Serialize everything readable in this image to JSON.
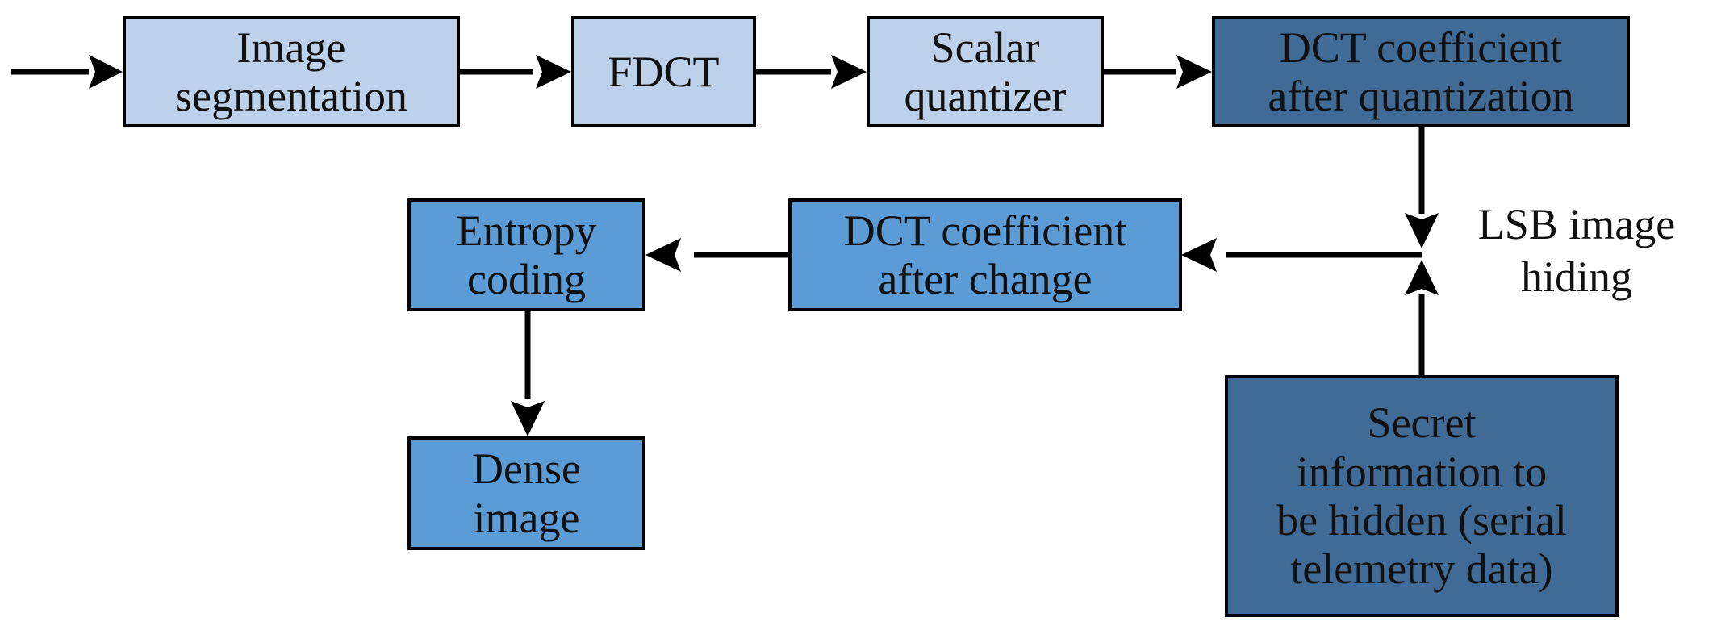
{
  "colors": {
    "light": "#bdd1ea",
    "medium": "#5b9bd6",
    "dark": "#3f6b96",
    "stroke": "#000000"
  },
  "nodes": {
    "image_segmentation": "Image\nsegmentation",
    "fdct": "FDCT",
    "scalar_quantizer": "Scalar\nquantizer",
    "dct_after_quantization": "DCT coefficient\nafter quantization",
    "dct_after_change": "DCT coefficient\nafter change",
    "entropy_coding": "Entropy\ncoding",
    "dense_image": "Dense\nimage",
    "secret_information": "Secret\ninformation to\nbe hidden (serial\ntelemetry data)"
  },
  "labels": {
    "lsb_hiding": "LSB image\nhiding"
  }
}
